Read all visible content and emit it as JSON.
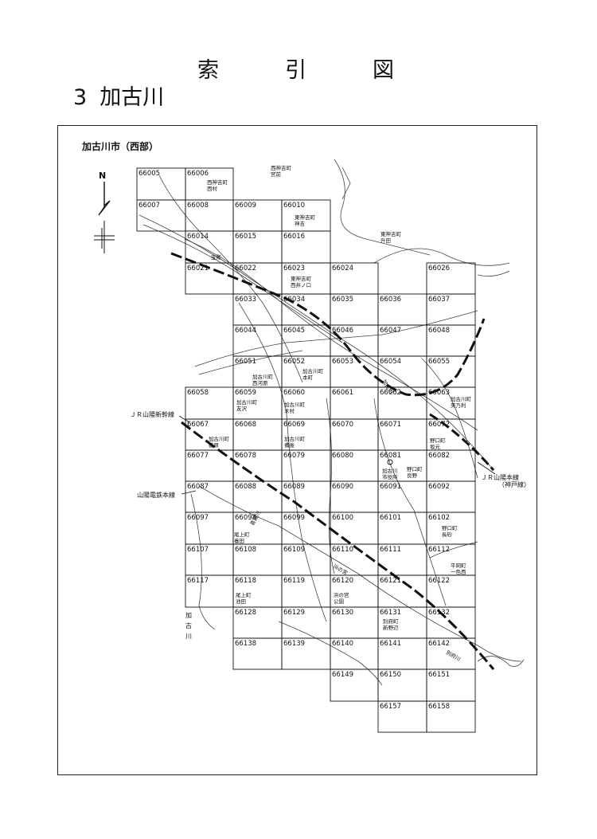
{
  "page": {
    "title_chars": [
      "索",
      "引",
      "図"
    ],
    "subtitle_num": "3",
    "subtitle_text": "加古川",
    "map_heading": "加古川市（西部）"
  },
  "compass": {
    "north": "N"
  },
  "cells": [
    "66005",
    "66006",
    "66007",
    "66008",
    "66009",
    "66010",
    "66014",
    "66015",
    "66016",
    "66021",
    "66022",
    "66023",
    "66024",
    "66026",
    "66033",
    "66034",
    "66035",
    "66036",
    "66037",
    "66044",
    "66045",
    "66046",
    "66047",
    "66048",
    "66051",
    "66052",
    "66053",
    "66054",
    "66055",
    "66058",
    "66059",
    "66060",
    "66061",
    "66062",
    "66063",
    "66067",
    "66068",
    "66069",
    "66070",
    "66071",
    "66072",
    "66077",
    "66078",
    "66079",
    "66080",
    "66081",
    "66082",
    "66087",
    "66088",
    "66089",
    "66090",
    "66091",
    "66092",
    "66097",
    "66098",
    "66099",
    "66100",
    "66101",
    "66102",
    "66107",
    "66108",
    "66109",
    "66110",
    "66111",
    "66112",
    "66117",
    "66118",
    "66119",
    "66120",
    "66121",
    "66122",
    "66128",
    "66129",
    "66130",
    "66131",
    "66132",
    "66138",
    "66139",
    "66140",
    "66141",
    "66142",
    "66149",
    "66150",
    "66151",
    "66157",
    "66158"
  ],
  "places": [
    [
      "西神吉町",
      "宮前"
    ],
    [
      "西神吉町",
      "西村"
    ],
    [
      "東神吉町",
      "神吉"
    ],
    [
      "東神吉町",
      "升田"
    ],
    [
      "宝殿"
    ],
    [
      "東神吉町",
      "西井ノ口"
    ],
    [
      "加古川町",
      "西河原"
    ],
    [
      "加古川町",
      "本町"
    ],
    [
      "加古川町",
      "友沢"
    ],
    [
      "加古川町",
      "木村"
    ],
    [
      "加古川町",
      "篠原"
    ],
    [
      "加古川町",
      "備後"
    ],
    [
      "加古川町",
      "美乃利"
    ],
    [
      "野口町",
      "坂元"
    ],
    [
      "加古川",
      "市役所"
    ],
    [
      "野口町",
      "良野"
    ],
    [
      "尾上町",
      "養田"
    ],
    [
      "野口町",
      "長砂"
    ],
    [
      "平岡町",
      "一色西"
    ],
    [
      "尾上町",
      "池田"
    ],
    [
      "浜の宮",
      "公園"
    ],
    [
      "別府町",
      "新野辺"
    ]
  ],
  "side_labels": {
    "sanyo_shinkansen": "ＪＲ山陽新幹線",
    "sanyo_main": "ＪＲ山陽本線",
    "sanyo_main_sub": "（神戸線）",
    "sanyo_electric": "山陽電鉄本線",
    "kakogawa_river": [
      "加",
      "古",
      "川"
    ],
    "river_small": "加古川",
    "river_betsu": "別府川",
    "river_kitazai": "喜瀬川",
    "river_hama": "浜の宮"
  }
}
